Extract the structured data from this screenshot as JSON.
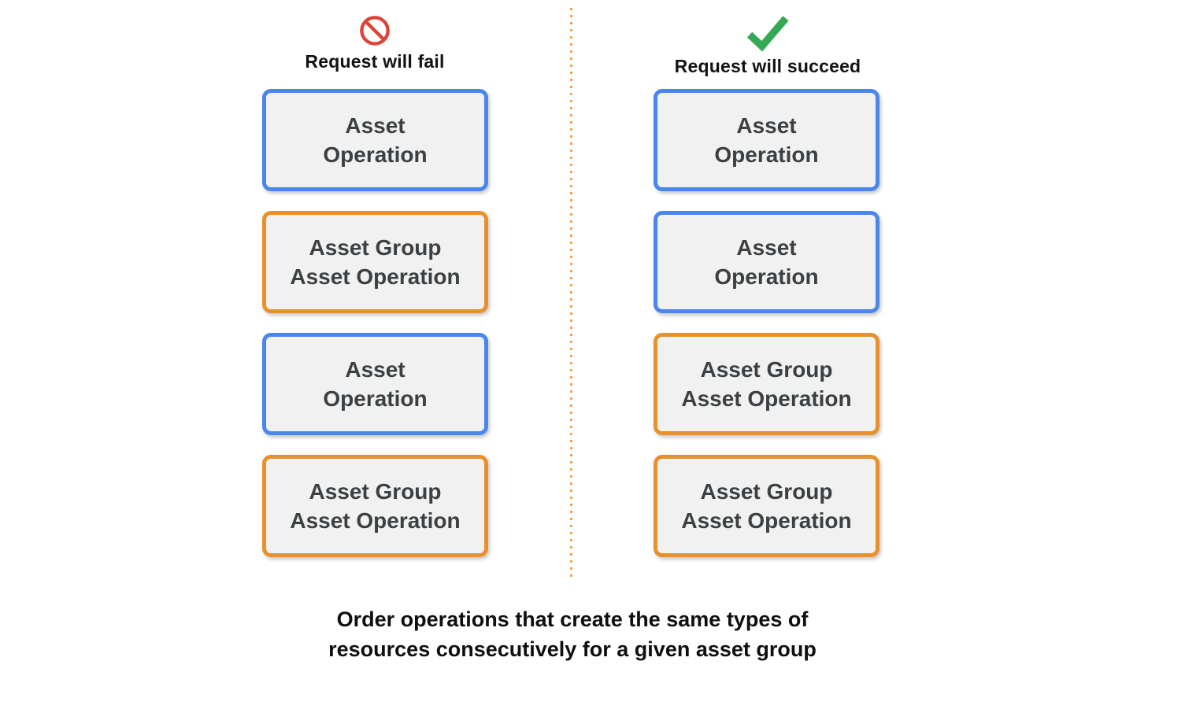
{
  "colors": {
    "blue_border": "#4A86EC",
    "orange_border": "#E8912C",
    "box_fill": "#F1F1F1",
    "box_text": "#3C4043",
    "fail_icon_red": "#DB4437",
    "success_icon_green": "#34A853",
    "divider_orange": "#ECA24E"
  },
  "fail_column": {
    "title": "Request will fail",
    "icon": "prohibition-icon",
    "boxes": [
      {
        "label": "Asset\nOperation",
        "border": "blue"
      },
      {
        "label": "Asset Group\nAsset Operation",
        "border": "orange"
      },
      {
        "label": "Asset\nOperation",
        "border": "blue"
      },
      {
        "label": "Asset Group\nAsset Operation",
        "border": "orange"
      }
    ]
  },
  "success_column": {
    "title": "Request will succeed",
    "icon": "check-icon",
    "boxes": [
      {
        "label": "Asset\nOperation",
        "border": "blue"
      },
      {
        "label": "Asset\nOperation",
        "border": "blue"
      },
      {
        "label": "Asset Group\nAsset Operation",
        "border": "orange"
      },
      {
        "label": "Asset Group\nAsset Operation",
        "border": "orange"
      }
    ]
  },
  "caption": "Order operations that create the same types of\nresources consecutively for a given asset group"
}
